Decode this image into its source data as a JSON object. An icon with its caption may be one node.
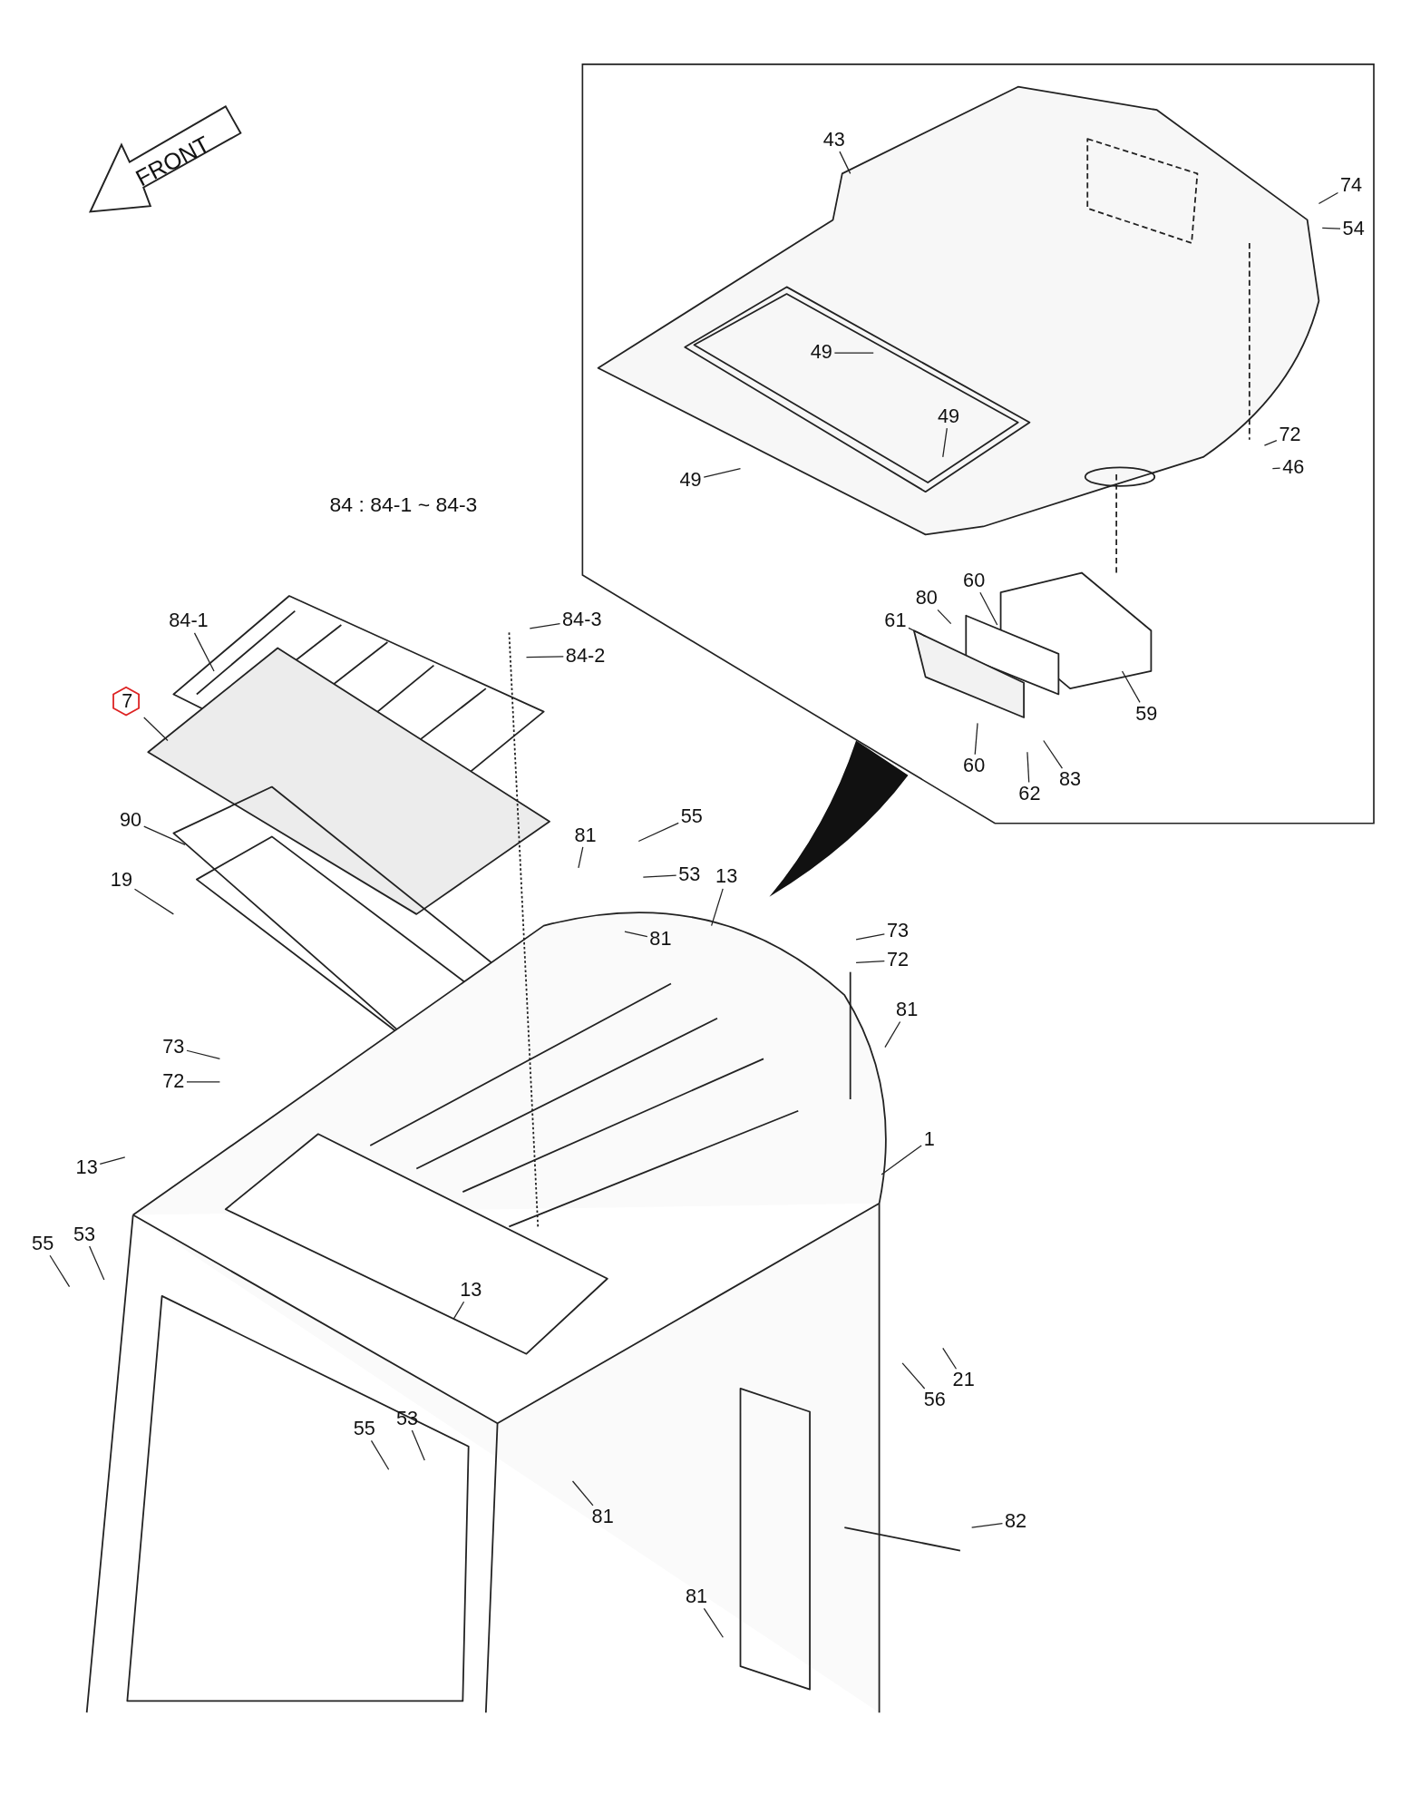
{
  "diagram": {
    "nodes": [
      {
        "text": [],
        "shape": "box"
      },
      {
        "text": [
          "43"
        ],
        "in": 0
      },
      {
        "text": [
          "74"
        ],
        "in": 0
      },
      {
        "text": [
          "54"
        ],
        "in": 0
      },
      {
        "text": [
          "49"
        ],
        "in": 0
      },
      {
        "text": [
          "49"
        ],
        "in": 0
      },
      {
        "text": [
          "49"
        ],
        "in": 0
      },
      {
        "text": [
          "72"
        ],
        "in": 0
      },
      {
        "text": [
          "46"
        ],
        "in": 0
      },
      {
        "text": [
          "60"
        ],
        "in": 0
      },
      {
        "text": [
          "80"
        ],
        "in": 0
      },
      {
        "text": [
          "61"
        ],
        "in": 0
      },
      {
        "text": [
          "59"
        ],
        "in": 0
      },
      {
        "text": [
          "60"
        ],
        "in": 0
      },
      {
        "text": [
          "62"
        ],
        "in": 0
      },
      {
        "text": [
          "83"
        ],
        "in": 0
      },
      {
        "text": [
          "84-1"
        ]
      },
      {
        "text": [
          "84-3"
        ]
      },
      {
        "text": [
          "84-2"
        ]
      },
      {
        "text": [
          "7"
        ]
      },
      {
        "text": [
          "90"
        ]
      },
      {
        "text": [
          "19"
        ]
      },
      {
        "text": [
          "81"
        ]
      },
      {
        "text": [
          "55"
        ]
      },
      {
        "text": [
          "53"
        ]
      },
      {
        "text": [
          "13"
        ]
      },
      {
        "text": [
          "81"
        ]
      },
      {
        "text": [
          "73"
        ]
      },
      {
        "text": [
          "72"
        ]
      },
      {
        "text": [
          "81"
        ]
      },
      {
        "text": [
          "73"
        ]
      },
      {
        "text": [
          "72"
        ]
      },
      {
        "text": [
          "13"
        ]
      },
      {
        "text": [
          "1"
        ]
      },
      {
        "text": [
          "55"
        ]
      },
      {
        "text": [
          "53"
        ]
      },
      {
        "text": [
          "13"
        ]
      },
      {
        "text": [
          "21"
        ]
      },
      {
        "text": [
          "56"
        ]
      },
      {
        "text": [
          "53"
        ]
      },
      {
        "text": [
          "55"
        ]
      },
      {
        "text": [
          "81"
        ]
      },
      {
        "text": [
          "82"
        ]
      },
      {
        "text": [
          "81"
        ]
      }
    ],
    "edges": [
      {
        "from": 1,
        "to": null,
        "arrow": "none"
      },
      {
        "from": 2,
        "to": null,
        "arrow": "none"
      },
      {
        "from": 3,
        "to": null,
        "arrow": "none"
      },
      {
        "from": 4,
        "to": null,
        "arrow": "none"
      },
      {
        "from": 5,
        "to": null,
        "arrow": "none"
      },
      {
        "from": 6,
        "to": null,
        "arrow": "none"
      },
      {
        "from": 7,
        "to": null,
        "arrow": "none"
      },
      {
        "from": 8,
        "to": null,
        "arrow": "none"
      },
      {
        "from": 9,
        "to": null,
        "arrow": "none"
      },
      {
        "from": 10,
        "to": null,
        "arrow": "none"
      },
      {
        "from": 11,
        "to": null,
        "arrow": "none"
      },
      {
        "from": 12,
        "to": null,
        "arrow": "none"
      },
      {
        "from": 13,
        "to": null,
        "arrow": "none"
      },
      {
        "from": 14,
        "to": null,
        "arrow": "none"
      },
      {
        "from": 15,
        "to": null,
        "arrow": "none"
      },
      {
        "from": 16,
        "to": null,
        "arrow": "none"
      },
      {
        "from": 17,
        "to": null,
        "arrow": "none"
      },
      {
        "from": 18,
        "to": null,
        "arrow": "none"
      },
      {
        "from": 19,
        "to": null,
        "arrow": "none"
      },
      {
        "from": 20,
        "to": null,
        "arrow": "none"
      },
      {
        "from": 21,
        "to": null,
        "arrow": "none"
      },
      {
        "from": 22,
        "to": null,
        "arrow": "none"
      },
      {
        "from": 23,
        "to": null,
        "arrow": "none"
      },
      {
        "from": 24,
        "to": null,
        "arrow": "none"
      },
      {
        "from": 25,
        "to": null,
        "arrow": "none"
      },
      {
        "from": 26,
        "to": null,
        "arrow": "none"
      },
      {
        "from": 27,
        "to": null,
        "arrow": "none"
      },
      {
        "from": 28,
        "to": null,
        "arrow": "none"
      },
      {
        "from": 29,
        "to": null,
        "arrow": "none"
      },
      {
        "from": 30,
        "to": null,
        "arrow": "none"
      },
      {
        "from": 31,
        "to": null,
        "arrow": "none"
      },
      {
        "from": 32,
        "to": null,
        "arrow": "none"
      },
      {
        "from": 33,
        "to": null,
        "arrow": "none"
      },
      {
        "from": 34,
        "to": null,
        "arrow": "none"
      },
      {
        "from": 35,
        "to": null,
        "arrow": "none"
      },
      {
        "from": 36,
        "to": null,
        "arrow": "none"
      },
      {
        "from": 37,
        "to": null,
        "arrow": "none"
      },
      {
        "from": 38,
        "to": null,
        "arrow": "none"
      },
      {
        "from": 39,
        "to": null,
        "arrow": "none"
      },
      {
        "from": 40,
        "to": null,
        "arrow": "none"
      },
      {
        "from": 41,
        "to": null,
        "arrow": "none"
      },
      {
        "from": 42,
        "to": null,
        "arrow": "none"
      },
      {
        "from": 43,
        "to": null,
        "arrow": "none"
      }
    ],
    "labels": [
      "FRONT",
      "84 : 84-1 ~ 84-3"
    ]
  }
}
